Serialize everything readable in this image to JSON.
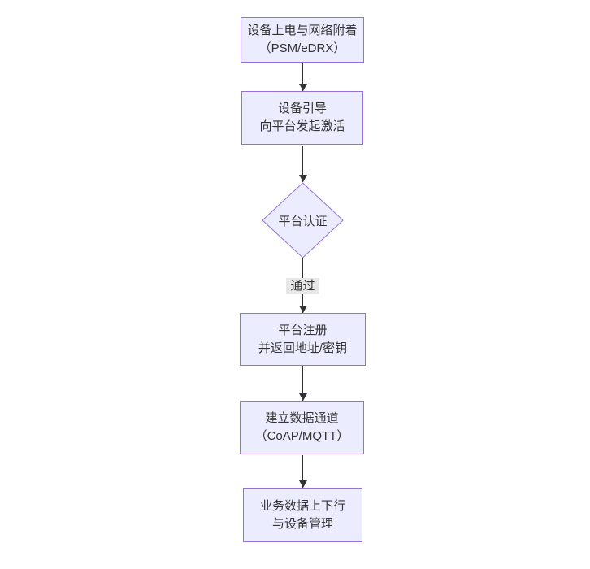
{
  "diagram": {
    "type": "flowchart",
    "direction": "top-down",
    "colors": {
      "node_fill": "#ECECFF",
      "node_border": "#9370DB",
      "text": "#333333",
      "arrow": "#333333",
      "edge_label_bg": "#e8e8e8",
      "background": "#ffffff"
    },
    "nodes": [
      {
        "id": "power-attach",
        "shape": "rect",
        "label_lines": [
          "设备上电与网络附着",
          "（PSM/eDRX）"
        ]
      },
      {
        "id": "bootstrap",
        "shape": "rect",
        "label_lines": [
          "设备引导",
          "向平台发起激活"
        ]
      },
      {
        "id": "auth",
        "shape": "diamond",
        "label_lines": [
          "平台认证"
        ]
      },
      {
        "id": "register",
        "shape": "rect",
        "label_lines": [
          "平台注册",
          "并返回地址/密钥"
        ]
      },
      {
        "id": "channel",
        "shape": "rect",
        "label_lines": [
          "建立数据通道",
          "（CoAP/MQTT）"
        ]
      },
      {
        "id": "business",
        "shape": "rect",
        "label_lines": [
          "业务数据上下行",
          "与设备管理"
        ]
      }
    ],
    "edges": [
      {
        "from": "power-attach",
        "to": "bootstrap",
        "label": ""
      },
      {
        "from": "bootstrap",
        "to": "auth",
        "label": ""
      },
      {
        "from": "auth",
        "to": "register",
        "label": "通过"
      },
      {
        "from": "register",
        "to": "channel",
        "label": ""
      },
      {
        "from": "channel",
        "to": "business",
        "label": ""
      }
    ]
  }
}
